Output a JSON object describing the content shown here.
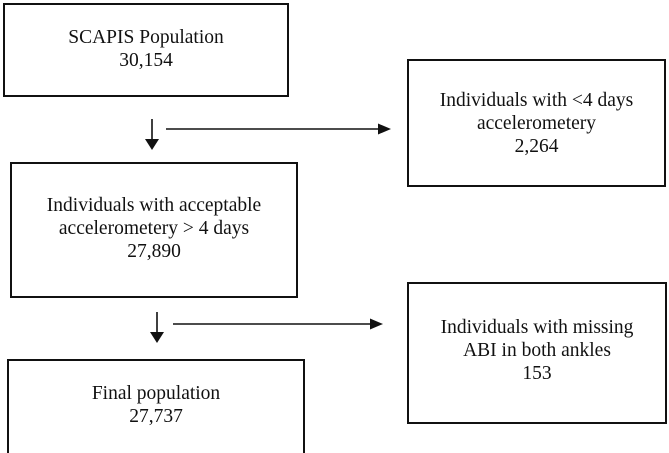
{
  "diagram": {
    "type": "flowchart",
    "boxes": [
      {
        "id": "scapis",
        "lines": [
          "SCAPIS Population",
          "30,154"
        ]
      },
      {
        "id": "excluded_accel",
        "lines": [
          "Individuals with <4 days",
          "accelerometery",
          "2,264"
        ]
      },
      {
        "id": "acceptable_accel",
        "lines": [
          "Individuals with acceptable",
          "accelerometery > 4 days",
          "27,890"
        ]
      },
      {
        "id": "excluded_abi",
        "lines": [
          "Individuals with missing",
          "ABI in both ankles",
          "153"
        ]
      },
      {
        "id": "final",
        "lines": [
          "Final population",
          "27,737"
        ]
      }
    ],
    "edges": [
      {
        "from": "scapis",
        "to": "acceptable_accel",
        "direction": "down"
      },
      {
        "from": "scapis",
        "to": "excluded_accel",
        "direction": "right"
      },
      {
        "from": "acceptable_accel",
        "to": "final",
        "direction": "down"
      },
      {
        "from": "acceptable_accel",
        "to": "excluded_abi",
        "direction": "right"
      }
    ],
    "colors": {
      "stroke": "#111111",
      "background": "#ffffff"
    }
  }
}
